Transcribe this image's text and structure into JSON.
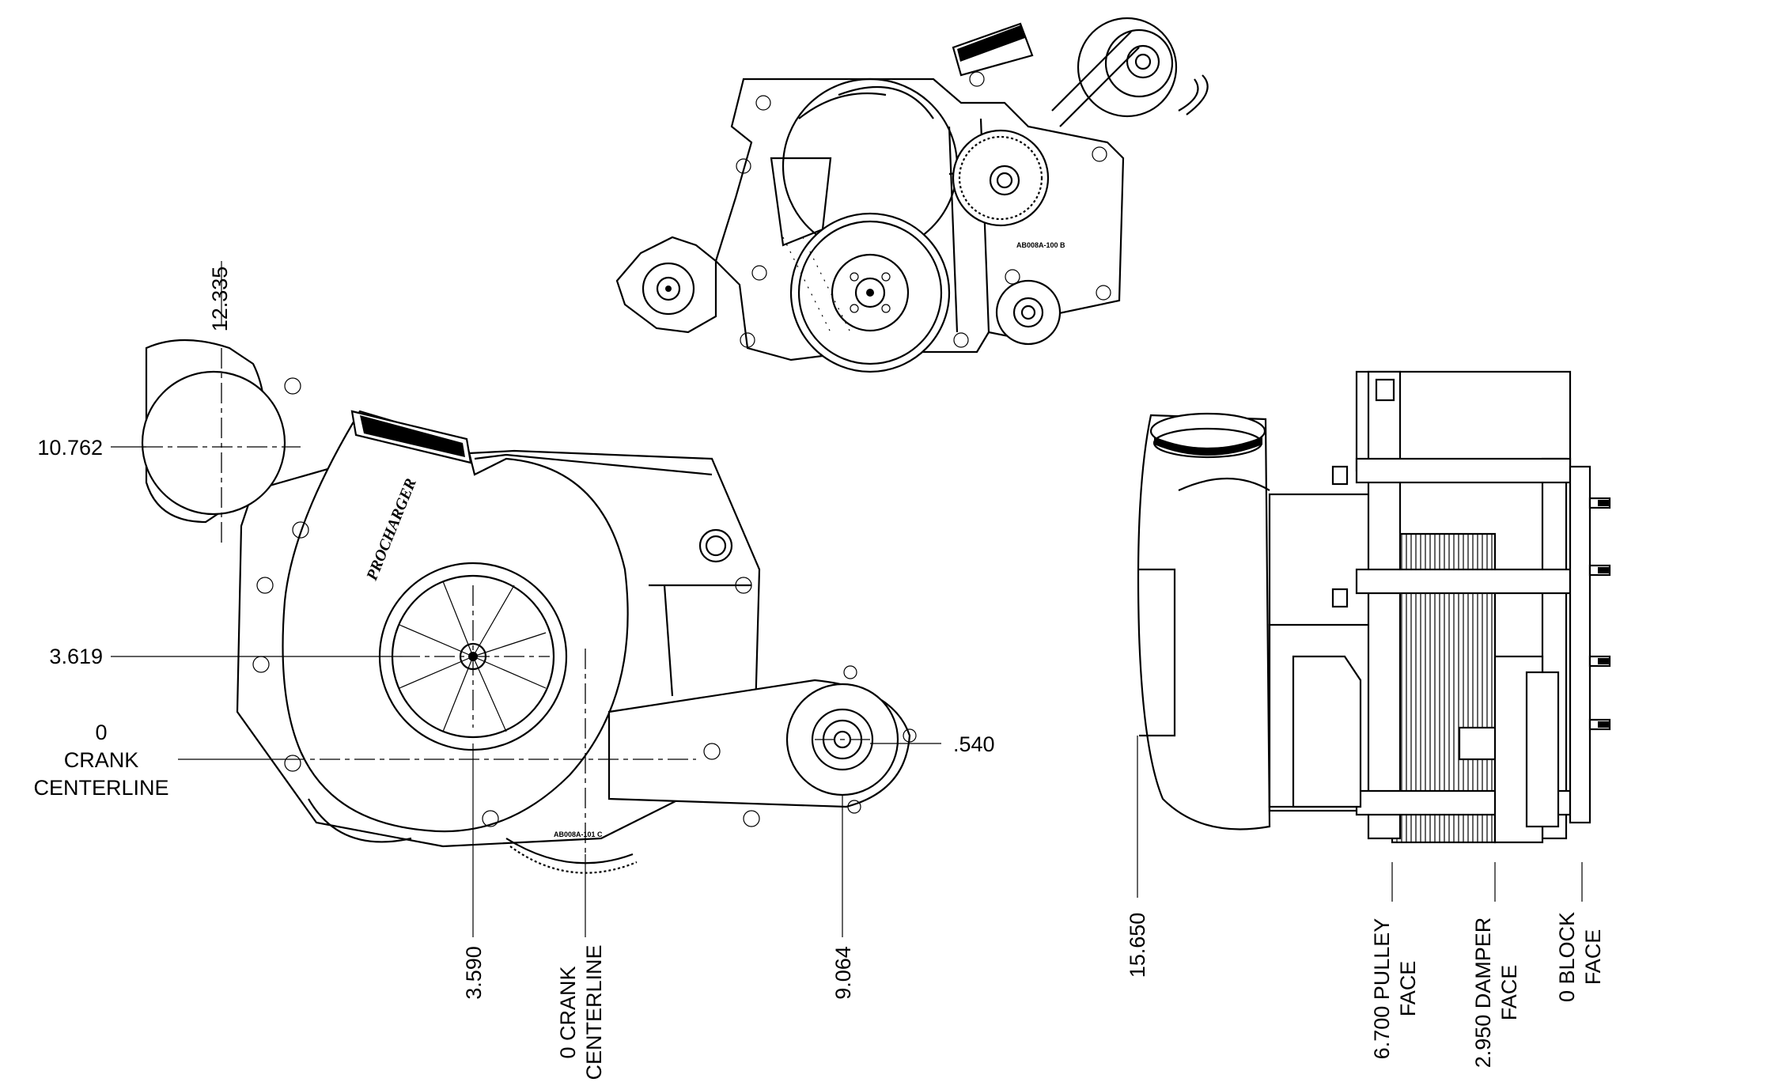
{
  "drawing": {
    "brand_mark": "PROCHARGER",
    "part_labels": {
      "front_bracket": "AB008A-100 B",
      "side_bracket": "AB008A-101 C"
    },
    "side_view_dimensions": {
      "top_compressor_height": "12.335",
      "inlet_center_height": "10.762",
      "impeller_center_height": "3.619",
      "crank_centerline_left": [
        "0",
        "CRANK",
        "CENTERLINE"
      ],
      "idler_height": ".540",
      "impeller_offset": "3.590",
      "crank_centerline_bottom": [
        "0 CRANK",
        "CENTERLINE"
      ],
      "idler_offset": "9.064"
    },
    "end_view_dimensions": {
      "overall_length": "15.650",
      "pulley_face": [
        "6.700 PULLEY",
        "FACE"
      ],
      "damper_face": [
        "2.950 DAMPER",
        "FACE"
      ],
      "block_face": [
        "0 BLOCK",
        "FACE"
      ]
    }
  }
}
